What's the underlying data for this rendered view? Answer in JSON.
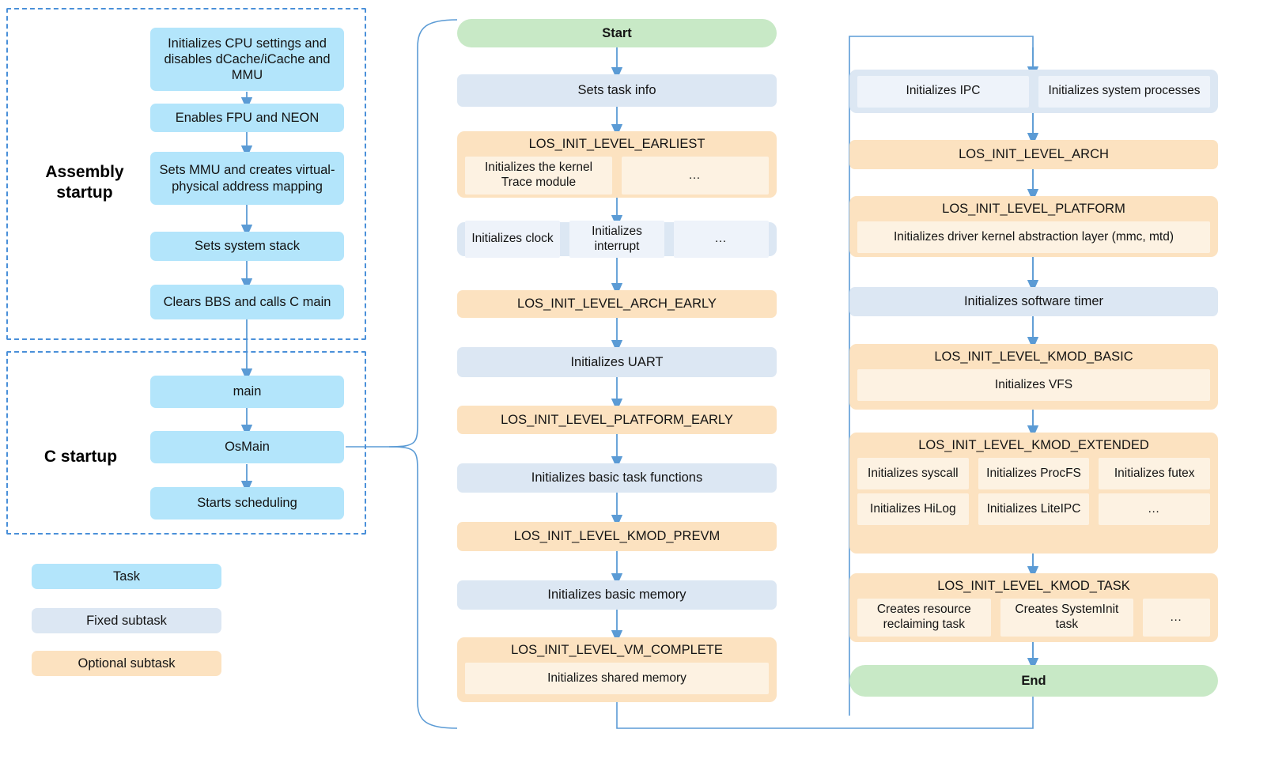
{
  "colors": {
    "task": "#b3e5fb",
    "fixed_subtask": "#dce7f3",
    "optional_subtask": "#fce2c0",
    "terminal": "#c8e9c6",
    "arrow": "#5b9bd5",
    "frame": "#4a90d9"
  },
  "groups": {
    "assembly": {
      "label": "Assembly\nstartup",
      "label_line1": "Assembly",
      "label_line2": "startup"
    },
    "c_startup": {
      "label": "C startup"
    }
  },
  "assembly_steps": [
    {
      "label": "Initializes CPU settings and disables dCache/iCache and MMU"
    },
    {
      "label": "Enables FPU and NEON"
    },
    {
      "label": "Sets MMU and creates virtual-physical address mapping"
    },
    {
      "label": "Sets system stack"
    },
    {
      "label": "Clears BBS and calls C main"
    }
  ],
  "c_startup_steps": [
    {
      "label": "main"
    },
    {
      "label": "OsMain"
    },
    {
      "label": "Starts scheduling"
    }
  ],
  "legend": [
    {
      "label": "Task",
      "kind": "task"
    },
    {
      "label": "Fixed subtask",
      "kind": "fixed"
    },
    {
      "label": "Optional subtask",
      "kind": "optional"
    }
  ],
  "middle_column": {
    "start": {
      "label": "Start"
    },
    "nodes": [
      {
        "kind": "fixed",
        "title": "Sets task info",
        "chips": []
      },
      {
        "kind": "optional",
        "title": "LOS_INIT_LEVEL_EARLIEST",
        "chips": [
          [
            "Initializes the kernel Trace module",
            "…"
          ]
        ]
      },
      {
        "kind": "fixed",
        "title": "",
        "chips": [
          [
            "Initializes clock",
            "Initializes interrupt",
            "…"
          ]
        ]
      },
      {
        "kind": "optional",
        "title": "LOS_INIT_LEVEL_ARCH_EARLY",
        "chips": []
      },
      {
        "kind": "fixed",
        "title": "Initializes UART",
        "chips": []
      },
      {
        "kind": "optional",
        "title": "LOS_INIT_LEVEL_PLATFORM_EARLY",
        "chips": []
      },
      {
        "kind": "fixed",
        "title": "Initializes basic task functions",
        "chips": []
      },
      {
        "kind": "optional",
        "title": "LOS_INIT_LEVEL_KMOD_PREVM",
        "chips": []
      },
      {
        "kind": "fixed",
        "title": "Initializes basic memory",
        "chips": []
      },
      {
        "kind": "optional",
        "title": "LOS_INIT_LEVEL_VM_COMPLETE",
        "chips": [
          [
            "Initializes shared memory"
          ]
        ]
      }
    ]
  },
  "right_column": {
    "nodes": [
      {
        "kind": "fixed",
        "title": "",
        "chips": [
          [
            "Initializes IPC",
            "Initializes system processes"
          ]
        ]
      },
      {
        "kind": "optional",
        "title": "LOS_INIT_LEVEL_ARCH",
        "chips": []
      },
      {
        "kind": "optional",
        "title": "LOS_INIT_LEVEL_PLATFORM",
        "chips": [
          [
            "Initializes driver kernel abstraction layer (mmc, mtd)"
          ]
        ]
      },
      {
        "kind": "fixed",
        "title": "Initializes software timer",
        "chips": []
      },
      {
        "kind": "optional",
        "title": "LOS_INIT_LEVEL_KMOD_BASIC",
        "chips": [
          [
            "Initializes VFS"
          ]
        ]
      },
      {
        "kind": "optional",
        "title": "LOS_INIT_LEVEL_KMOD_EXTENDED",
        "chips": [
          [
            "Initializes syscall",
            "Initializes ProcFS",
            "Initializes futex"
          ],
          [
            "Initializes HiLog",
            "Initializes LiteIPC",
            "…"
          ]
        ]
      },
      {
        "kind": "optional",
        "title": "LOS_INIT_LEVEL_KMOD_TASK",
        "chips": [
          [
            "Creates resource reclaiming task",
            "Creates SystemInit task",
            "…"
          ]
        ]
      }
    ],
    "end": {
      "label": "End"
    }
  }
}
